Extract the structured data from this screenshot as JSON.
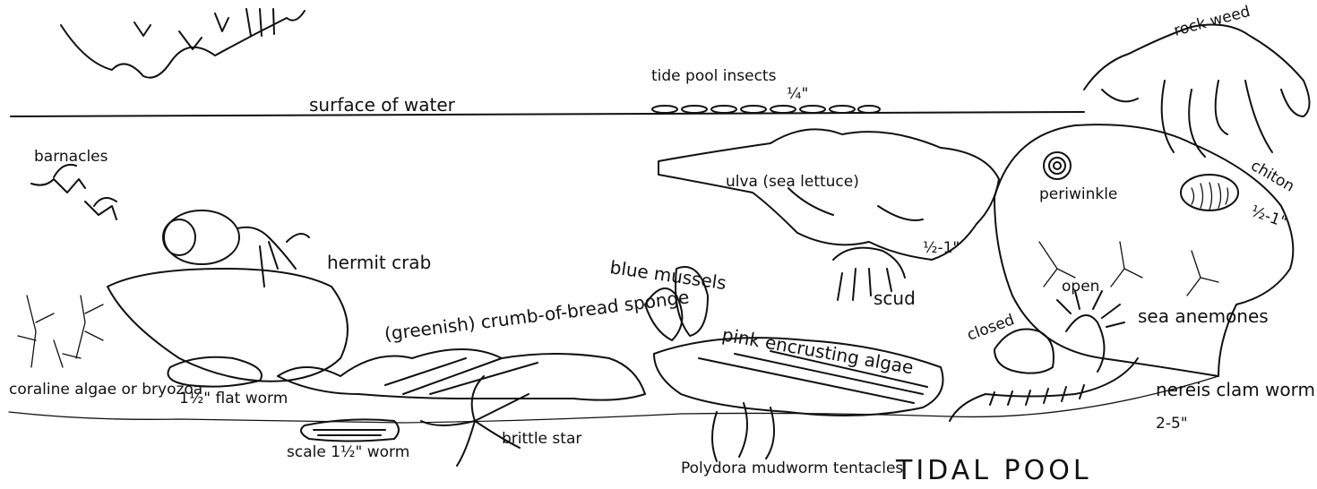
{
  "title": "TIDAL POOL",
  "labels": {
    "surface": "surface of water",
    "insects": "tide pool insects",
    "insects_size": "¼\"",
    "rockweed": "rock weed",
    "barnacles": "barnacles",
    "ulva": "ulva (sea lettuce)",
    "periwinkle": "periwinkle",
    "chiton": "chiton",
    "chiton_size": "½-1\"",
    "hermit_crab": "hermit crab",
    "scud": "scud",
    "scud_size": "½-1\"",
    "blue_mussels": "blue mussels",
    "crumb_sponge": "(greenish) crumb-of-bread sponge",
    "pink_algae": "pink encrusting algae",
    "open": "open",
    "closed": "closed",
    "sea_anemones": "sea anemones",
    "coraline": "coraline algae or bryozoa",
    "flatworm": "1½\" flat worm",
    "scale_worm": "scale 1½\" worm",
    "brittle_star": "brittle star",
    "polydora": "Polydora mudworm tentacles",
    "nereis": "nereis clam worm",
    "nereis_size": "2-5\""
  }
}
